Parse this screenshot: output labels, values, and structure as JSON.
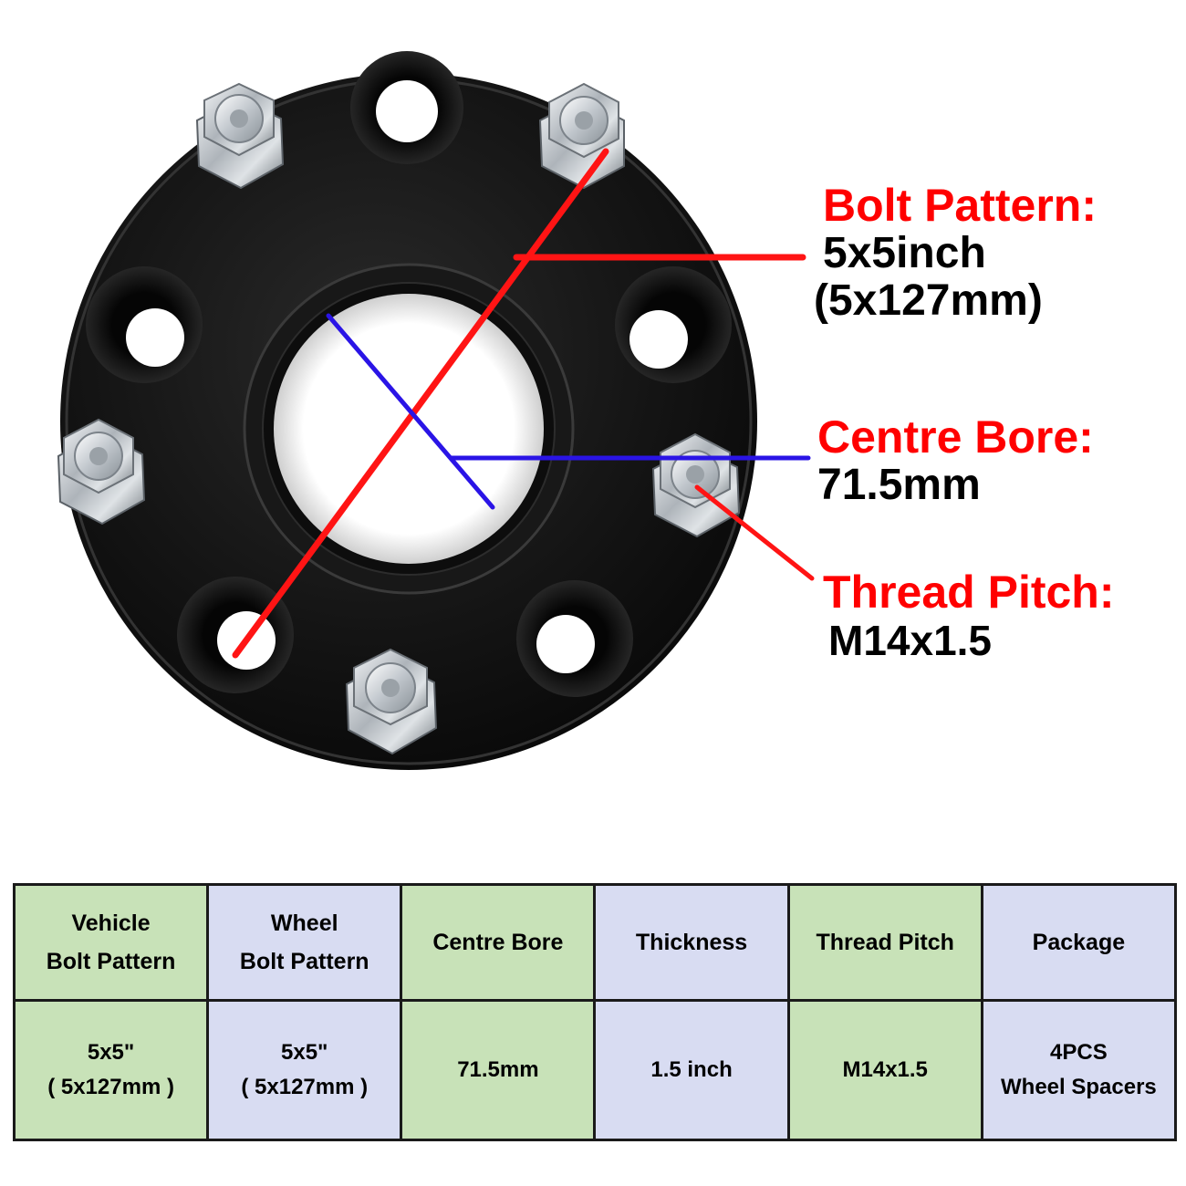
{
  "colors": {
    "bolt_line": "#ff1414",
    "bore_line": "#2a14e6",
    "spacer_body": "#121212",
    "green_cell": "#c8e2b8",
    "blue_cell": "#d8dcf2"
  },
  "callouts": {
    "bolt_pattern": {
      "heading": "Bolt Pattern:",
      "value": "5x5inch",
      "value2": "(5x127mm)"
    },
    "centre_bore": {
      "heading": "Centre Bore:",
      "value": "71.5mm"
    },
    "thread_pitch": {
      "heading": "Thread Pitch:",
      "value": "M14x1.5"
    }
  },
  "table": {
    "headers": [
      [
        "Vehicle",
        "Bolt Pattern"
      ],
      [
        "Wheel",
        "Bolt Pattern"
      ],
      [
        "Centre Bore"
      ],
      [
        "Thickness"
      ],
      [
        "Thread Pitch"
      ],
      [
        "Package"
      ]
    ],
    "row": [
      [
        "5x5\"",
        "( 5x127mm )"
      ],
      [
        "5x5\"",
        "( 5x127mm )"
      ],
      [
        "71.5mm"
      ],
      [
        "1.5 inch"
      ],
      [
        "M14x1.5"
      ],
      [
        "4PCS",
        "Wheel Spacers"
      ]
    ]
  }
}
